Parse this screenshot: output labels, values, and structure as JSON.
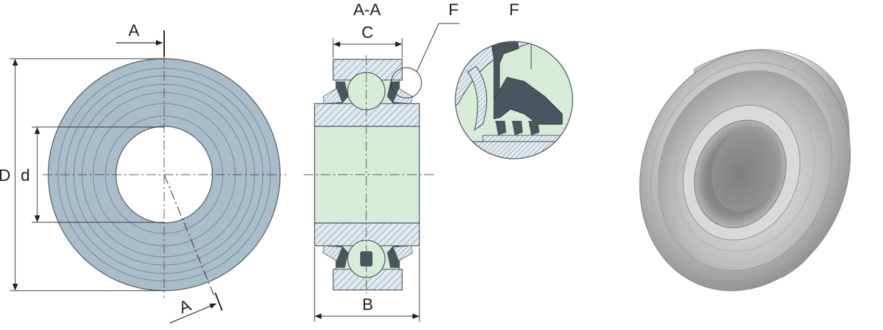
{
  "labels": {
    "dim_D": "D",
    "dim_d": "d",
    "section_A_top": "A",
    "section_A_bottom": "A",
    "section_title": "A-A",
    "dim_C": "C",
    "dim_B": "B",
    "detail_F_callout": "F",
    "detail_F_title": "F"
  },
  "colors": {
    "ring_face": "#a9bcc9",
    "section_green": "#d7ecd6",
    "hatch": "#8a9aa6",
    "seal_dark": "#4a5560",
    "steel_light": "#e6e6e6",
    "steel_dark": "#8f8f8f"
  }
}
